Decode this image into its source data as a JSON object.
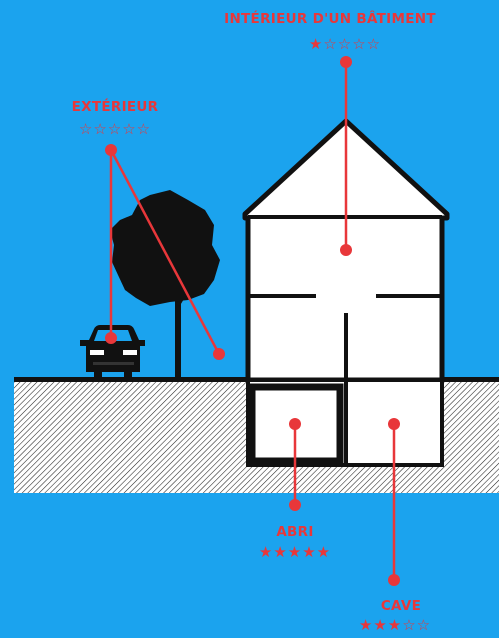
{
  "colors": {
    "background": "#1ba3ee",
    "accent": "#e8373a",
    "ink": "#111111",
    "house": "#ffffff"
  },
  "locations": [
    {
      "id": "interieur",
      "label": "INTÉRIEUR D'UN BÂTIMENT",
      "rating": 1,
      "max_rating": 5
    },
    {
      "id": "exterieur",
      "label": "EXTÉRIEUR",
      "rating": 0,
      "max_rating": 5
    },
    {
      "id": "abri",
      "label": "ABRI",
      "rating": 5,
      "max_rating": 5
    },
    {
      "id": "cave",
      "label": "CAVE",
      "rating": 3,
      "max_rating": 5
    }
  ],
  "icons": [
    "house-icon",
    "tree-icon",
    "car-icon",
    "ground-hatch"
  ]
}
